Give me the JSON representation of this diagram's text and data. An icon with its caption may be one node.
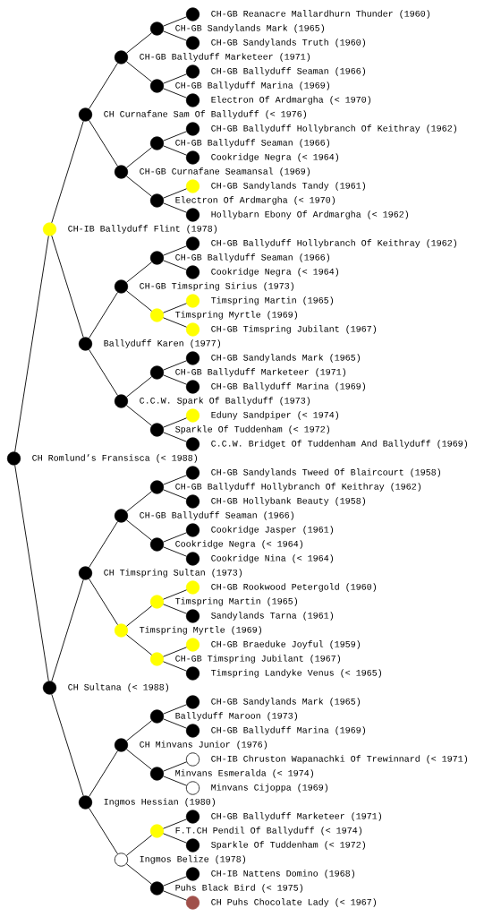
{
  "diagram": {
    "nodes": [
      {
        "text": [
          "CH-GB Reanacre Mallardhurn Thunder (1960)"
        ]
      },
      {
        "text": [
          "CH-GB Sandylands Mark (1965)"
        ]
      },
      {
        "text": [
          "CH-GB Sandylands Truth (1960)"
        ]
      },
      {
        "text": [
          "CH-GB Ballyduff Marketeer (1971)"
        ]
      },
      {
        "text": [
          "CH-GB Ballyduff Seaman (1966)"
        ]
      },
      {
        "text": [
          "CH-GB Ballyduff Marina (1969)"
        ]
      },
      {
        "text": [
          "Electron Of Ardmargha (< 1970)"
        ]
      },
      {
        "text": [
          "CH Curnafane Sam Of Ballyduff (< 1976)"
        ]
      },
      {
        "text": [
          "CH-GB Ballyduff Hollybranch Of Keithray (1962)"
        ]
      },
      {
        "text": [
          "CH-GB Ballyduff Seaman (1966)"
        ]
      },
      {
        "text": [
          "Cookridge Negra (< 1964)"
        ]
      },
      {
        "text": [
          "CH-GB Curnafane Seamansal (1969)"
        ]
      },
      {
        "text": [
          "CH-GB Sandylands Tandy (1961)"
        ]
      },
      {
        "text": [
          "Electron Of Ardmargha (< 1970)"
        ]
      },
      {
        "text": [
          "Hollybarn Ebony Of Ardmargha (< 1962)"
        ]
      },
      {
        "text": [
          "CH-IB Ballyduff Flint (1978)"
        ]
      },
      {
        "text": [
          "CH-GB Ballyduff Hollybranch Of Keithray (1962)"
        ]
      },
      {
        "text": [
          "CH-GB Ballyduff Seaman (1966)"
        ]
      },
      {
        "text": [
          "Cookridge Negra (< 1964)"
        ]
      },
      {
        "text": [
          "CH-GB Timspring Sirius (1973)"
        ]
      },
      {
        "text": [
          "Timspring Martin (1965)"
        ]
      },
      {
        "text": [
          "Timspring Myrtle (1969)"
        ]
      },
      {
        "text": [
          "CH-GB Timspring Jubilant (1967)"
        ]
      },
      {
        "text": [
          "Ballyduff Karen (1977)"
        ]
      },
      {
        "text": [
          "CH-GB Sandylands Mark (1965)"
        ]
      },
      {
        "text": [
          "CH-GB Ballyduff Marketeer (1971)"
        ]
      },
      {
        "text": [
          "CH-GB Ballyduff Marina (1969)"
        ]
      },
      {
        "text": [
          "C.C.W. Spark Of Ballyduff (1973)"
        ]
      },
      {
        "text": [
          "Eduny Sandpiper (< 1974)"
        ]
      },
      {
        "text": [
          "Sparkle Of Tuddenham (< 1972)"
        ]
      },
      {
        "text": [
          "C.C.W. Bridget Of Tuddenham And Ballyduff (1969)"
        ]
      },
      {
        "text": [
          "CH Romlund’s Fransisca (< 1988)"
        ]
      },
      {
        "text": [
          "CH-GB Sandylands Tweed Of Blaircourt (1958)"
        ]
      },
      {
        "text": [
          "CH-GB Ballyduff Hollybranch Of Keithray (1962)"
        ]
      },
      {
        "text": [
          "CH-GB Hollybank Beauty (1958)"
        ]
      },
      {
        "text": [
          "CH-GB Ballyduff Seaman (1966)"
        ]
      },
      {
        "text": [
          "Cookridge Jasper (1961)"
        ]
      },
      {
        "text": [
          "Cookridge Negra (< 1964)"
        ]
      },
      {
        "text": [
          "Cookridge Nina (< 1964)"
        ]
      },
      {
        "text": [
          "CH Timspring Sultan (1973)"
        ]
      },
      {
        "text": [
          "CH-GB Rookwood Petergold (1960)"
        ]
      },
      {
        "text": [
          "Timspring Martin (1965)"
        ]
      },
      {
        "text": [
          "Sandylands Tarna (1961)"
        ]
      },
      {
        "text": [
          "Timspring Myrtle (1969)"
        ]
      },
      {
        "text": [
          "CH-GB Braeduke Joyful (1959)"
        ]
      },
      {
        "text": [
          "CH-GB Timspring Jubilant (1967)"
        ]
      },
      {
        "text": [
          "Timspring Landyke Venus (< 1965)"
        ]
      },
      {
        "text": [
          "CH Sultana (< 1988)"
        ]
      },
      {
        "text": [
          "CH-GB Sandylands Mark (1965)"
        ]
      },
      {
        "text": [
          "Ballyduff Maroon (1973)"
        ]
      },
      {
        "text": [
          "CH-GB Ballyduff Marina (1969)"
        ]
      },
      {
        "text": [
          "CH Minvans Junior (1976)"
        ]
      },
      {
        "text": [
          "CH-IB Chruston Wapanachki Of Trewinnard (< 1971)"
        ]
      },
      {
        "text": [
          "Minvans Esmeralda (< 1974)"
        ]
      },
      {
        "text": [
          "Minvans Cijoppa (1969)"
        ]
      },
      {
        "text": [
          "Ingmos Hessian (1980)"
        ]
      },
      {
        "text": [
          "CH-GB Ballyduff Marketeer (1971)"
        ]
      },
      {
        "text": [
          "F.T.CH Pendil Of Ballyduff (< 1974)"
        ]
      },
      {
        "text": [
          "Sparkle Of Tuddenham (< 1972)"
        ]
      },
      {
        "text": [
          "Ingmos Belize (1978)"
        ]
      },
      {
        "text": [
          "CH-IB Nattens Domino (1968)"
        ]
      },
      {
        "text": [
          "Puhs Black Bird (< 1975)"
        ]
      },
      {
        "text": [
          "CH Puhs Chocolate Lady (< 1967)"
        ]
      }
    ],
    "edges": [
      {
        "from": 1,
        "to": 0,
        "arrow": "none"
      },
      {
        "from": 1,
        "to": 2,
        "arrow": "none"
      },
      {
        "from": 3,
        "to": 1,
        "arrow": "none"
      },
      {
        "from": 3,
        "to": 5,
        "arrow": "none"
      },
      {
        "from": 5,
        "to": 4,
        "arrow": "none"
      },
      {
        "from": 5,
        "to": 6,
        "arrow": "none"
      },
      {
        "from": 7,
        "to": 3,
        "arrow": "none"
      },
      {
        "from": 7,
        "to": 11,
        "arrow": "none"
      },
      {
        "from": 9,
        "to": 8,
        "arrow": "none"
      },
      {
        "from": 9,
        "to": 10,
        "arrow": "none"
      },
      {
        "from": 11,
        "to": 9,
        "arrow": "none"
      },
      {
        "from": 11,
        "to": 13,
        "arrow": "none"
      },
      {
        "from": 13,
        "to": 12,
        "arrow": "none"
      },
      {
        "from": 13,
        "to": 14,
        "arrow": "none"
      },
      {
        "from": 15,
        "to": 7,
        "arrow": "none"
      },
      {
        "from": 15,
        "to": 23,
        "arrow": "none"
      },
      {
        "from": 17,
        "to": 16,
        "arrow": "none"
      },
      {
        "from": 17,
        "to": 18,
        "arrow": "none"
      },
      {
        "from": 19,
        "to": 17,
        "arrow": "none"
      },
      {
        "from": 19,
        "to": 21,
        "arrow": "none"
      },
      {
        "from": 21,
        "to": 20,
        "arrow": "none"
      },
      {
        "from": 21,
        "to": 22,
        "arrow": "none"
      },
      {
        "from": 23,
        "to": 19,
        "arrow": "none"
      },
      {
        "from": 23,
        "to": 27,
        "arrow": "none"
      },
      {
        "from": 25,
        "to": 24,
        "arrow": "none"
      },
      {
        "from": 25,
        "to": 26,
        "arrow": "none"
      },
      {
        "from": 27,
        "to": 25,
        "arrow": "none"
      },
      {
        "from": 27,
        "to": 29,
        "arrow": "none"
      },
      {
        "from": 29,
        "to": 28,
        "arrow": "none"
      },
      {
        "from": 29,
        "to": 30,
        "arrow": "none"
      },
      {
        "from": 31,
        "to": 15,
        "arrow": "none"
      },
      {
        "from": 31,
        "to": 47,
        "arrow": "none"
      },
      {
        "from": 33,
        "to": 32,
        "arrow": "none"
      },
      {
        "from": 33,
        "to": 34,
        "arrow": "none"
      },
      {
        "from": 35,
        "to": 33,
        "arrow": "none"
      },
      {
        "from": 35,
        "to": 37,
        "arrow": "none"
      },
      {
        "from": 37,
        "to": 36,
        "arrow": "none"
      },
      {
        "from": 37,
        "to": 38,
        "arrow": "none"
      },
      {
        "from": 39,
        "to": 35,
        "arrow": "none"
      },
      {
        "from": 39,
        "to": 43,
        "arrow": "none"
      },
      {
        "from": 41,
        "to": 40,
        "arrow": "none"
      },
      {
        "from": 41,
        "to": 42,
        "arrow": "none"
      },
      {
        "from": 43,
        "to": 41,
        "arrow": "none"
      },
      {
        "from": 43,
        "to": 45,
        "arrow": "none"
      },
      {
        "from": 45,
        "to": 44,
        "arrow": "none"
      },
      {
        "from": 45,
        "to": 46,
        "arrow": "none"
      },
      {
        "from": 47,
        "to": 39,
        "arrow": "none"
      },
      {
        "from": 47,
        "to": 55,
        "arrow": "none"
      },
      {
        "from": 49,
        "to": 48,
        "arrow": "none"
      },
      {
        "from": 49,
        "to": 50,
        "arrow": "none"
      },
      {
        "from": 51,
        "to": 49,
        "arrow": "none"
      },
      {
        "from": 51,
        "to": 53,
        "arrow": "none"
      },
      {
        "from": 53,
        "to": 52,
        "arrow": "none"
      },
      {
        "from": 53,
        "to": 54,
        "arrow": "none"
      },
      {
        "from": 55,
        "to": 51,
        "arrow": "none"
      },
      {
        "from": 55,
        "to": 59,
        "arrow": "none"
      },
      {
        "from": 57,
        "to": 56,
        "arrow": "none"
      },
      {
        "from": 57,
        "to": 58,
        "arrow": "none"
      },
      {
        "from": 59,
        "to": 57,
        "arrow": "none"
      },
      {
        "from": 59,
        "to": 61,
        "arrow": "none"
      },
      {
        "from": 61,
        "to": 60,
        "arrow": "none"
      },
      {
        "from": 61,
        "to": 62,
        "arrow": "none"
      }
    ]
  }
}
